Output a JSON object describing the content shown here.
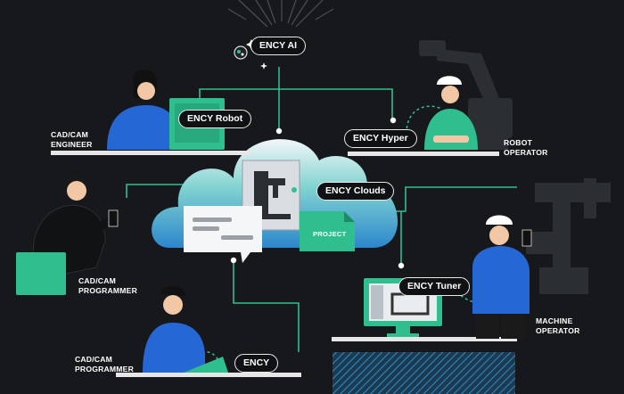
{
  "products": {
    "ai": "ENCY AI",
    "robot": "ENCY Robot",
    "hyper": "ENCY Hyper",
    "clouds": "ENCY Clouds",
    "tuner": "ENCY Tuner",
    "ency": "ENCY"
  },
  "document_label": "PROJECT",
  "roles": {
    "cad_cam_engineer": [
      "CAD/CAM",
      "ENGINEER"
    ],
    "robot_operator": [
      "ROBOT",
      "OPERATOR"
    ],
    "cad_cam_programmer_left": [
      "CAD/CAM",
      "PROGRAMMER"
    ],
    "machine_operator": [
      "MACHINE",
      "OPERATOR"
    ],
    "cad_cam_programmer_bottom": [
      "CAD/CAM",
      "PROGRAMMER"
    ]
  },
  "colors": {
    "background": "#16181c",
    "accent_green": "#2fbf8f",
    "cloud_teal": "#5ac6c2",
    "cloud_blue": "#2f8fd0",
    "shirt_blue": "#2667d6",
    "line_gray": "#5a5e66"
  }
}
